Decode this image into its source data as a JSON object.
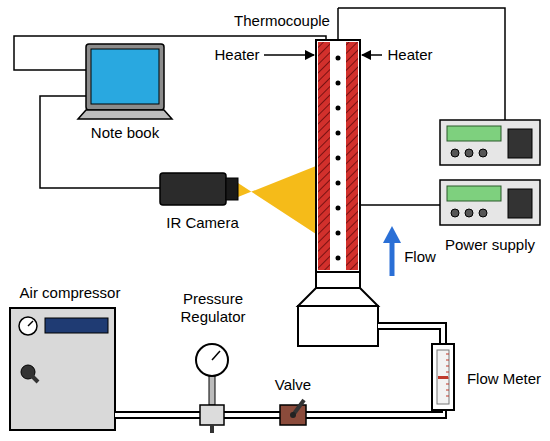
{
  "diagram": {
    "nodes": [
      {
        "text": [
          "Note book"
        ]
      },
      {
        "text": [
          "IR Camera"
        ]
      },
      {
        "text": [
          "Power supply"
        ]
      },
      {
        "text": [
          "Air compressor"
        ]
      },
      {
        "text": [
          "Pressure Regulator"
        ]
      },
      {
        "text": [
          "Valve"
        ]
      },
      {
        "text": [
          "Flow Meter"
        ]
      }
    ],
    "edges": [
      {
        "from": 0,
        "to": 1,
        "arrow": "none"
      },
      {
        "from": 3,
        "to": 4,
        "arrow": "none"
      },
      {
        "from": 4,
        "to": 5,
        "arrow": "none"
      },
      {
        "from": 5,
        "to": 6,
        "arrow": "none"
      }
    ],
    "labels": [
      "Thermocouple",
      "Heater",
      "Heater",
      "Flow"
    ]
  }
}
